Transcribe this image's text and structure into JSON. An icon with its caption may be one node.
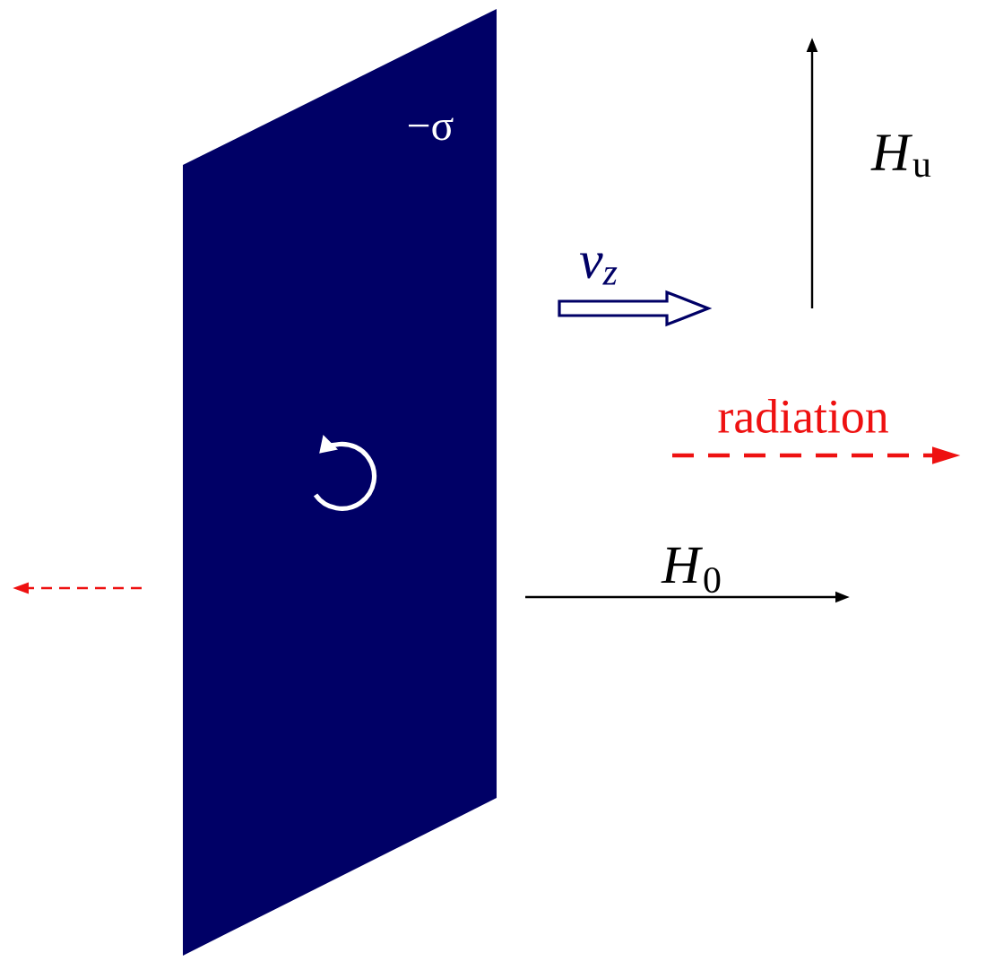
{
  "diagram": {
    "nodes": [
      {
        "text": [
          "−σ"
        ]
      }
    ],
    "labels": [
      "v$_{z}$",
      "*H*$_{u}$",
      "radiation",
      "*H*$_{0}$"
    ]
  }
}
